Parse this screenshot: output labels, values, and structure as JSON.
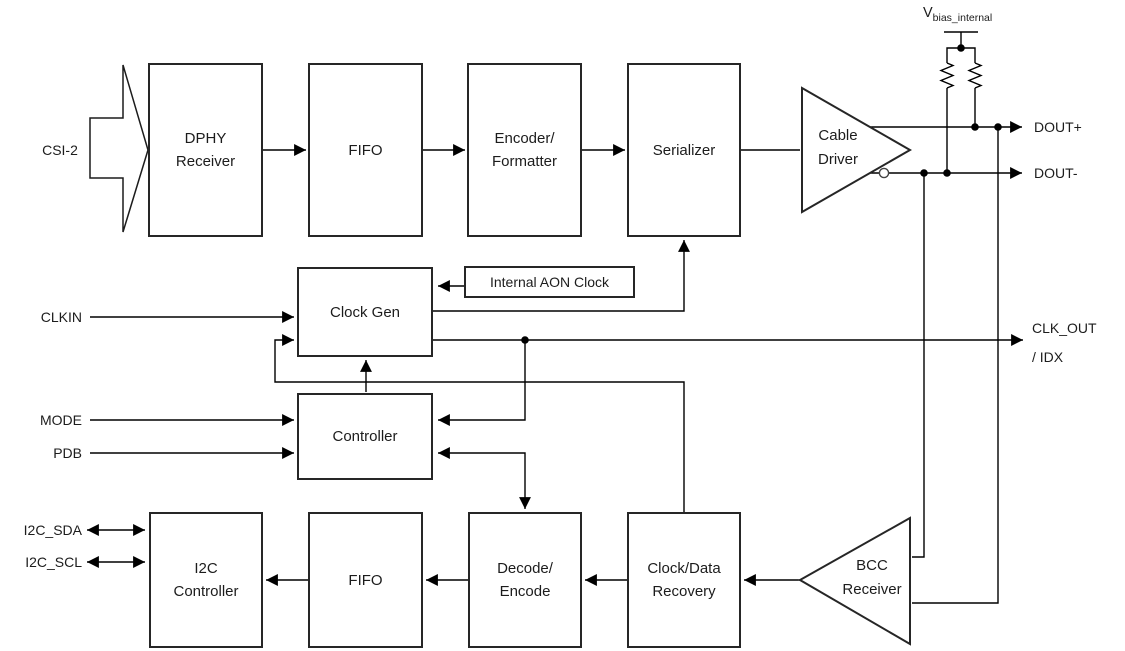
{
  "diagram": {
    "title_hint": "Serializer functional block diagram",
    "blocks": {
      "dphy": {
        "label": "DPHY\nReceiver"
      },
      "fifo_top": {
        "label": "FIFO"
      },
      "encoder": {
        "label": "Encoder/\nFormatter"
      },
      "serializer": {
        "label": "Serializer"
      },
      "aon_clock": {
        "label": "Internal AON Clock"
      },
      "clock_gen": {
        "label": "Clock Gen"
      },
      "controller": {
        "label": "Controller"
      },
      "i2c_controller": {
        "label": "I2C\nController"
      },
      "fifo_bottom": {
        "label": "FIFO"
      },
      "decode_encode": {
        "label": "Decode/\nEncode"
      },
      "cdr": {
        "label": "Clock/Data\nRecovery"
      },
      "cable_driver": {
        "label": "Cable\nDriver"
      },
      "bcc_receiver": {
        "label": "BCC\nReceiver"
      }
    },
    "ports": {
      "csi2": "CSI-2",
      "clkin": "CLKIN",
      "mode": "MODE",
      "pdb": "PDB",
      "i2c_sda": "I2C_SDA",
      "i2c_scl": "I2C_SCL",
      "dout_p": "DOUT+",
      "dout_n": "DOUT-",
      "clk_out": "CLK_OUT\n/ IDX",
      "vbias_main": "V",
      "vbias_sub": "bias_internal"
    },
    "colors": {
      "line": "#000000",
      "border": "#262626",
      "text": "#1c1c1c",
      "background": "#ffffff"
    }
  }
}
